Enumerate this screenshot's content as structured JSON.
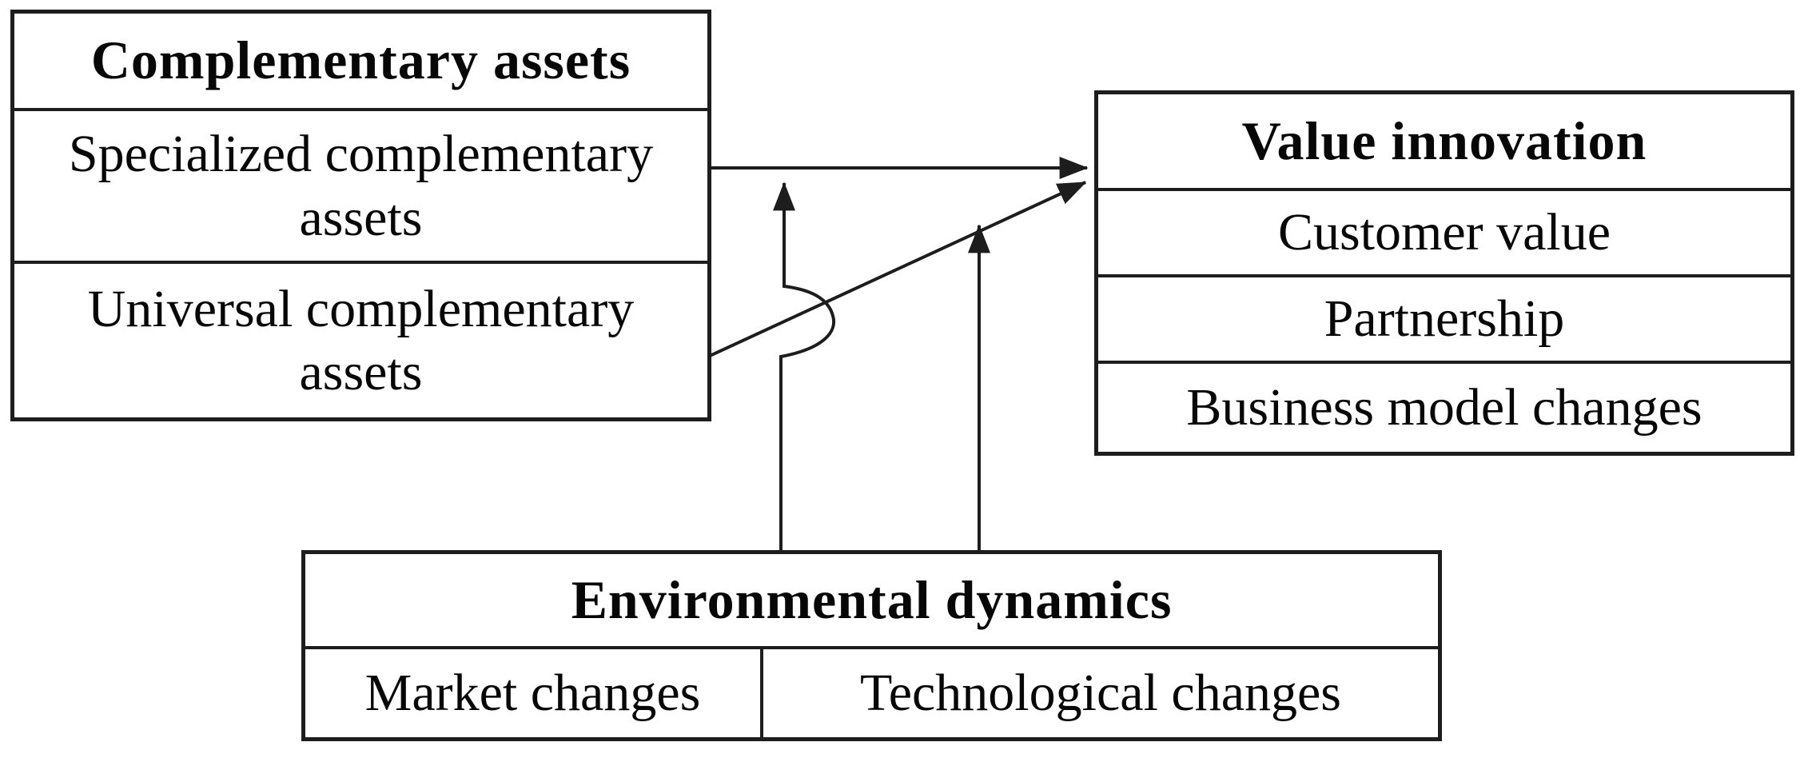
{
  "page": {
    "background_color": "#ffffff",
    "line_color": "#1d1d1d",
    "text_color": "#070707"
  },
  "boxes": {
    "complementary_assets": {
      "title": "Complementary assets",
      "rows": [
        "Specialized complementary assets",
        "Universal complementary assets"
      ]
    },
    "value_innovation": {
      "title": "Value innovation",
      "rows": [
        "Customer value",
        "Partnership",
        "Business model changes"
      ]
    },
    "environmental_dynamics": {
      "title": "Environmental dynamics",
      "cells": [
        "Market changes",
        "Technological changes"
      ]
    }
  },
  "arrows": [
    {
      "from": "Specialized complementary assets",
      "to": "Value innovation",
      "shape": "horizontal",
      "head": "right"
    },
    {
      "from": "Universal complementary assets",
      "to": "Value innovation",
      "shape": "diagonal",
      "head": "up-right"
    },
    {
      "from": "Environmental dynamics",
      "to": "path Specialized complementary assets → Value innovation",
      "shape": "vertical with line jump over diagonal",
      "head": "up"
    },
    {
      "from": "Environmental dynamics",
      "to": "path Universal complementary assets → Value innovation",
      "shape": "vertical",
      "head": "up"
    }
  ]
}
